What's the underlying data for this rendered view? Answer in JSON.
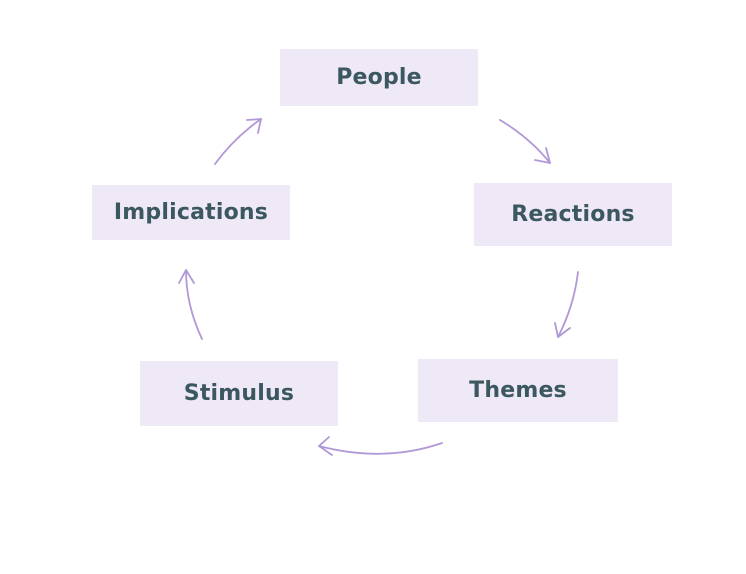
{
  "colors": {
    "node_fill": "#efe8f6",
    "label_text": "#3b5760",
    "arrow": "#b198d6"
  },
  "nodes": [
    {
      "id": "people",
      "label": "People"
    },
    {
      "id": "reactions",
      "label": "Reactions"
    },
    {
      "id": "themes",
      "label": "Themes"
    },
    {
      "id": "stimulus",
      "label": "Stimulus"
    },
    {
      "id": "implications",
      "label": "Implications"
    }
  ],
  "edges": [
    {
      "from": "people",
      "to": "reactions"
    },
    {
      "from": "reactions",
      "to": "themes"
    },
    {
      "from": "themes",
      "to": "stimulus"
    },
    {
      "from": "stimulus",
      "to": "implications"
    },
    {
      "from": "implications",
      "to": "people"
    }
  ]
}
